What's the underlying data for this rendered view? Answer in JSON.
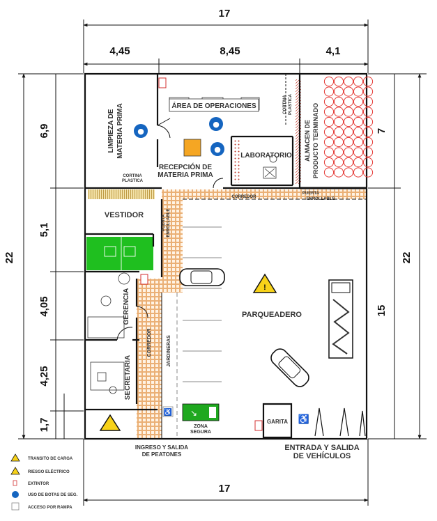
{
  "dimensions": {
    "top_total": "17",
    "top_a": "4,45",
    "top_b": "8,45",
    "top_c": "4,1",
    "left_total": "22",
    "left_a": "6,9",
    "left_b": "5,1",
    "left_c": "4,05",
    "left_d": "4,25",
    "left_e": "1,7",
    "right_total": "22",
    "right_a": "7",
    "right_b": "15",
    "bottom_total": "17"
  },
  "rooms": {
    "limpieza_1": "LIMPIEZA DE",
    "limpieza_2": "MATERIA PRIMA",
    "operaciones": "ÁREA DE OPERACIONES",
    "cortina_plastica_1": "CORTINA",
    "cortina_plastica_2": "PLASTICA",
    "recepcion_1": "RECEPCIÓN DE",
    "recepcion_2": "MATERIA PRIMA",
    "laboratorio": "LABORATORIO",
    "almacen_1": "ALMACEN DE",
    "almacen_2": "PRODUCTO TERMINADO",
    "puerta_enrollable_1": "PUERTA",
    "puerta_enrollable_2": "ENROLLABLE",
    "corredor": "CORREDOR",
    "vestidor": "VESTIDOR",
    "puerta_vert_1": "PUERTA",
    "puerta_vert_2": "ENROLLABLE",
    "gerencia": "GERENCIA",
    "corredor_vert": "CORREDOR",
    "jardineras": "JARDINERAS",
    "parqueadero": "PARQUEADERO",
    "secretaria": "SECRETARIA",
    "zona_segura_1": "ZONA",
    "zona_segura_2": "SEGURA",
    "garita": "GARITA",
    "ingreso_1": "INGRESO Y SALIDA",
    "ingreso_2": "DE PEATONES",
    "entrada_1": "ENTRADA Y SALIDA",
    "entrada_2": "DE VEHÍCULOS"
  },
  "legend": [
    {
      "icon": "load-transit-warning-icon",
      "label": "TRANSITO DE CARGA"
    },
    {
      "icon": "electrical-risk-icon",
      "label": "RIESGO ELÉCTRICO"
    },
    {
      "icon": "fire-extinguisher-icon",
      "label": "EXTINTOR"
    },
    {
      "icon": "safety-boots-icon",
      "label": "USO DE BOTAS DE SEG."
    },
    {
      "icon": "ramp-access-icon",
      "label": "ACCESO POR RAMPA"
    }
  ],
  "colors": {
    "wall": "#111111",
    "green_room": "#1fbf1f",
    "corridor_tile": "#e6a05a",
    "orange_box": "#f5a623",
    "red_circles": "#e53935",
    "boots_blue": "#1565c0",
    "warning_yellow": "#f7d219",
    "exit_green": "#1fa81f"
  }
}
